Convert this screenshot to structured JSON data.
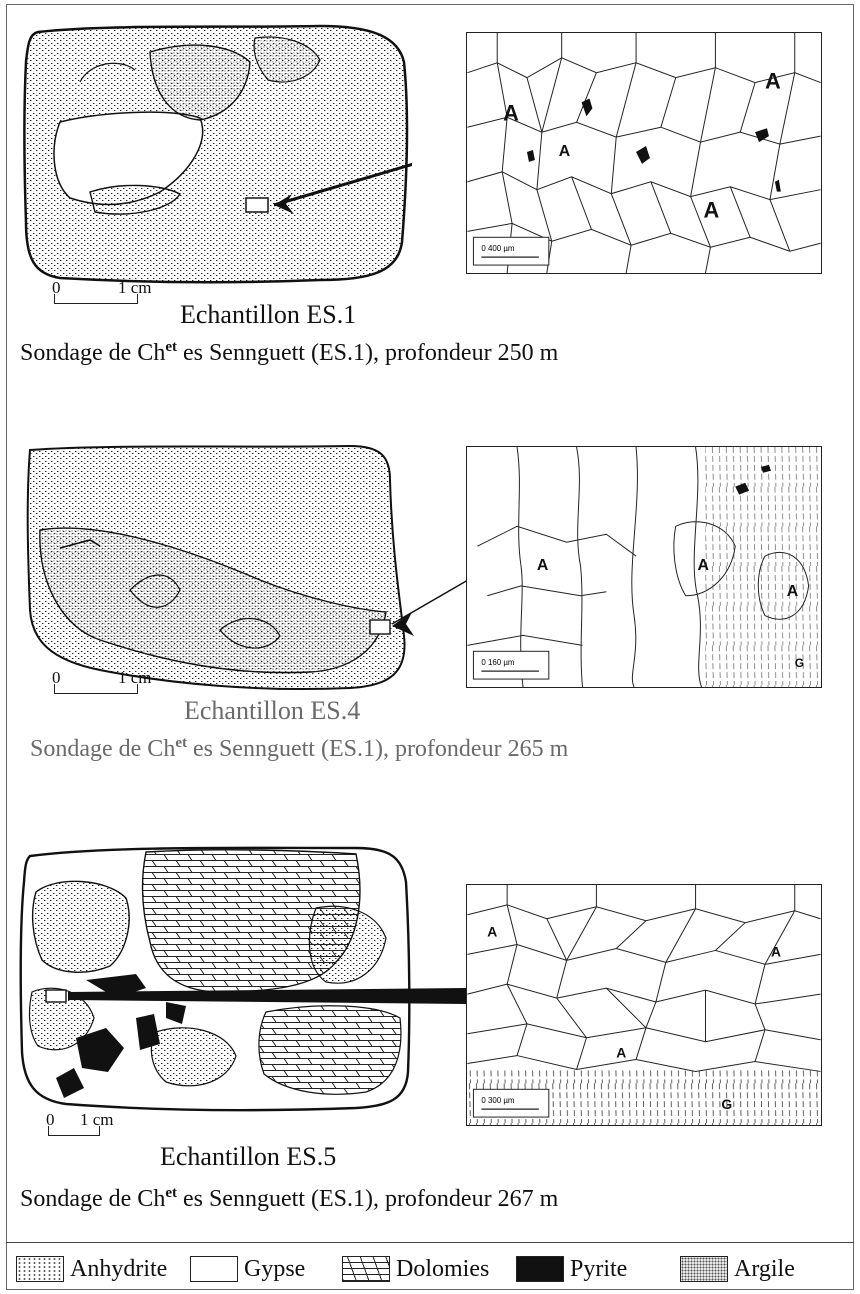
{
  "samples": [
    {
      "name": "Echantillon ES.1",
      "sondage_before": "Sondage de Ch",
      "sondage_sup": "et",
      "sondage_after": " es Sennguett (ES.1), profondeur 250 m",
      "scale": {
        "zero": "0",
        "unit": "1 cm"
      },
      "micro_scale": "0    400 µm",
      "grain_labels": [
        "A",
        "A",
        "A",
        "A"
      ]
    },
    {
      "name": "Echantillon ES.4",
      "sondage_before": "Sondage de Ch",
      "sondage_sup": "et",
      "sondage_after": " es Sennguett (ES.1), profondeur 265 m",
      "scale": {
        "zero": "0",
        "unit": "1 cm"
      },
      "micro_scale": "0    160 µm",
      "grain_labels": [
        "A",
        "A",
        "A",
        "G"
      ]
    },
    {
      "name": "Echantillon ES.5",
      "sondage_before": "Sondage de Ch",
      "sondage_sup": "et",
      "sondage_after": " es Sennguett (ES.1), profondeur 267 m",
      "scale": {
        "zero": "0",
        "unit": "1 cm"
      },
      "micro_scale": "0    300 µm",
      "grain_labels": [
        "A",
        "A",
        "A",
        "G"
      ]
    }
  ],
  "legend": [
    {
      "label": "Anhydrite",
      "pattern": "fine-dots"
    },
    {
      "label": "Gypse",
      "pattern": "blank"
    },
    {
      "label": "Dolomies",
      "pattern": "brick-hatch"
    },
    {
      "label": "Pyrite",
      "pattern": "solid-black"
    },
    {
      "label": "Argile",
      "pattern": "dense-dots"
    }
  ]
}
